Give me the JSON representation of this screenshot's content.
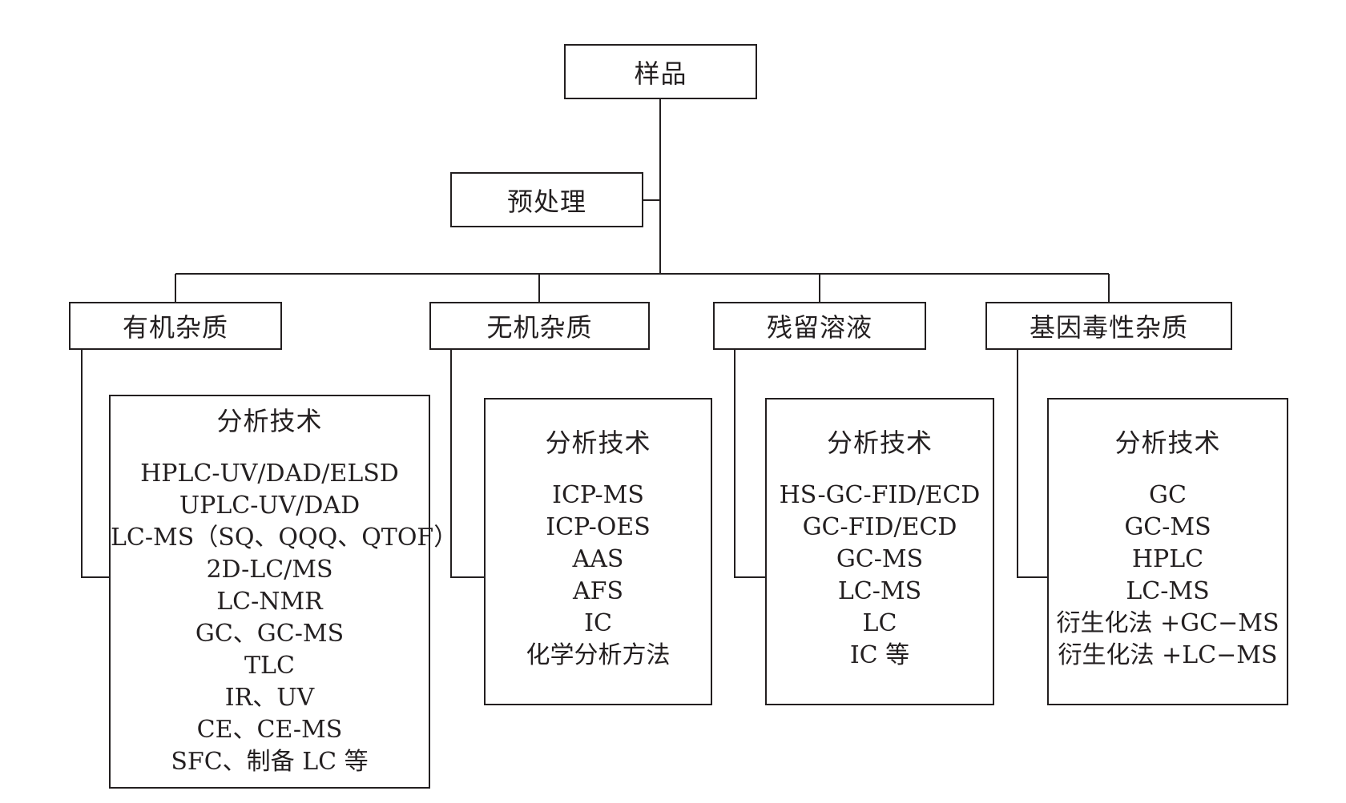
{
  "root": {
    "label": "样品"
  },
  "pretreatment": {
    "label": "预处理"
  },
  "categories": [
    {
      "label": "有机杂质",
      "tech_title": "分析技术",
      "techniques": [
        "HPLC-UV/DAD/ELSD",
        "UPLC-UV/DAD",
        "LC-MS（SQ、QQQ、QTOF）",
        "2D-LC/MS",
        "LC-NMR",
        "GC、GC-MS",
        "TLC",
        "IR、UV",
        "CE、CE-MS",
        "SFC、制备 LC 等"
      ]
    },
    {
      "label": "无机杂质",
      "tech_title": "分析技术",
      "techniques": [
        "ICP-MS",
        "ICP-OES",
        "AAS",
        "AFS",
        "IC",
        "化学分析方法"
      ]
    },
    {
      "label": "残留溶液",
      "tech_title": "分析技术",
      "techniques": [
        "HS-GC-FID/ECD",
        "GC-FID/ECD",
        "GC-MS",
        "LC-MS",
        "LC",
        "IC 等"
      ]
    },
    {
      "label": "基因毒性杂质",
      "tech_title": "分析技术",
      "techniques": [
        "GC",
        "GC-MS",
        "HPLC",
        "LC-MS",
        "衍生化法 +GC−MS",
        "衍生化法 +LC−MS"
      ]
    }
  ],
  "colors": {
    "line": "#231f20",
    "background": "#ffffff"
  }
}
